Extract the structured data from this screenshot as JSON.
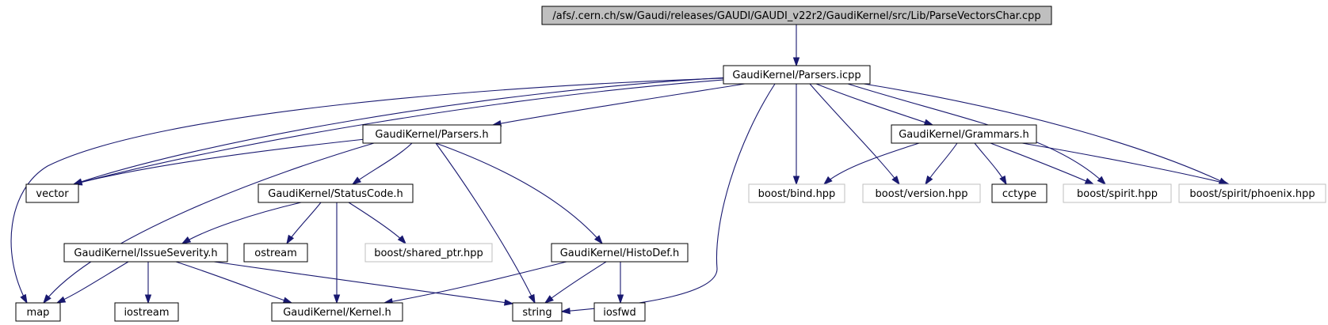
{
  "colors": {
    "edge": "#191970",
    "node_border": "#000000",
    "external_border": "#bfbfbf",
    "root_fill": "#bfbfbf",
    "node_fill": "#ffffff",
    "text": "#000000"
  },
  "nodes": {
    "root": {
      "label": "/afs/.cern.ch/sw/Gaudi/releases/GAUDI/GAUDI_v22r2/GaudiKernel/src/Lib/ParseVectorsChar.cpp",
      "kind": "root"
    },
    "parsers_icpp": {
      "label": "GaudiKernel/Parsers.icpp",
      "kind": "local"
    },
    "parsers_h": {
      "label": "GaudiKernel/Parsers.h",
      "kind": "local"
    },
    "grammars_h": {
      "label": "GaudiKernel/Grammars.h",
      "kind": "local"
    },
    "vector": {
      "label": "vector",
      "kind": "local"
    },
    "statuscode_h": {
      "label": "GaudiKernel/StatusCode.h",
      "kind": "local"
    },
    "boost_bind": {
      "label": "boost/bind.hpp",
      "kind": "external"
    },
    "boost_version": {
      "label": "boost/version.hpp",
      "kind": "external"
    },
    "cctype": {
      "label": "cctype",
      "kind": "local"
    },
    "boost_spirit": {
      "label": "boost/spirit.hpp",
      "kind": "external"
    },
    "boost_phoenix": {
      "label": "boost/spirit/phoenix.hpp",
      "kind": "external"
    },
    "issueseverity_h": {
      "label": "GaudiKernel/IssueSeverity.h",
      "kind": "local"
    },
    "ostream": {
      "label": "ostream",
      "kind": "local"
    },
    "boost_shared_ptr": {
      "label": "boost/shared_ptr.hpp",
      "kind": "external"
    },
    "histodef_h": {
      "label": "GaudiKernel/HistoDef.h",
      "kind": "local"
    },
    "map": {
      "label": "map",
      "kind": "local"
    },
    "iostream": {
      "label": "iostream",
      "kind": "local"
    },
    "kernel_h": {
      "label": "GaudiKernel/Kernel.h",
      "kind": "local"
    },
    "string": {
      "label": "string",
      "kind": "local"
    },
    "iosfwd": {
      "label": "iosfwd",
      "kind": "local"
    }
  }
}
